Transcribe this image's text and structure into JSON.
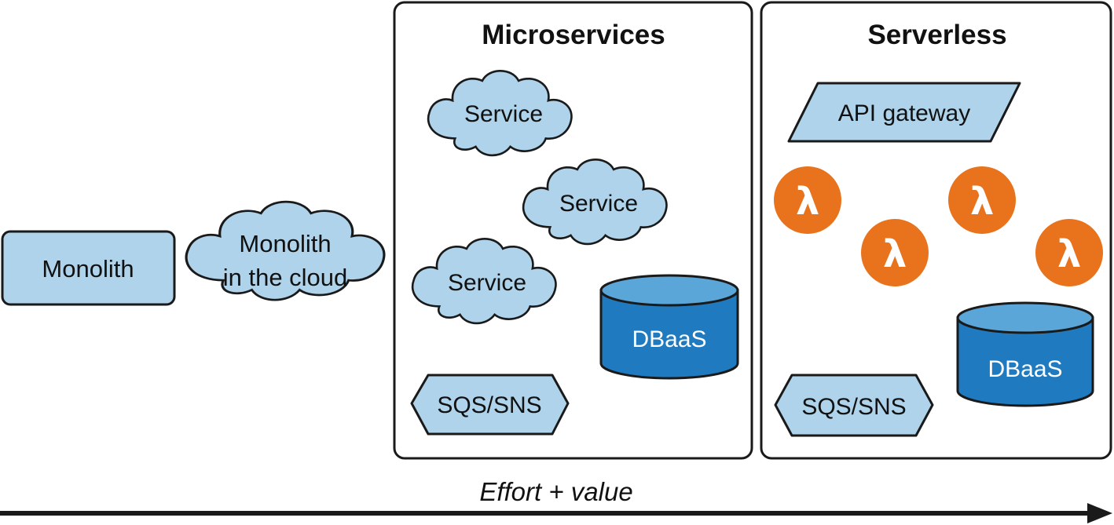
{
  "colors": {
    "light_blue": "#aed3ea",
    "db_blue": "#1f7ac0",
    "db_top": "#5aa6d8",
    "lambda_orange": "#e8731c",
    "stroke": "#1a1a1a"
  },
  "stages": {
    "monolith": {
      "label": "Monolith"
    },
    "monolith_cloud": {
      "line1": "Monolith",
      "line2": "in the cloud"
    }
  },
  "microservices": {
    "title": "Microservices",
    "services": [
      {
        "label": "Service"
      },
      {
        "label": "Service"
      },
      {
        "label": "Service"
      }
    ],
    "database": {
      "label": "DBaaS"
    },
    "queue": {
      "label": "SQS/SNS"
    }
  },
  "serverless": {
    "title": "Serverless",
    "gateway": {
      "label": "API gateway"
    },
    "functions": [
      {
        "symbol": "λ",
        "icon": "lambda-icon"
      },
      {
        "symbol": "λ",
        "icon": "lambda-icon"
      },
      {
        "symbol": "λ",
        "icon": "lambda-icon"
      },
      {
        "symbol": "λ",
        "icon": "lambda-icon"
      }
    ],
    "database": {
      "label": "DBaaS"
    },
    "queue": {
      "label": "SQS/SNS"
    }
  },
  "axis": {
    "label": "Effort + value"
  }
}
